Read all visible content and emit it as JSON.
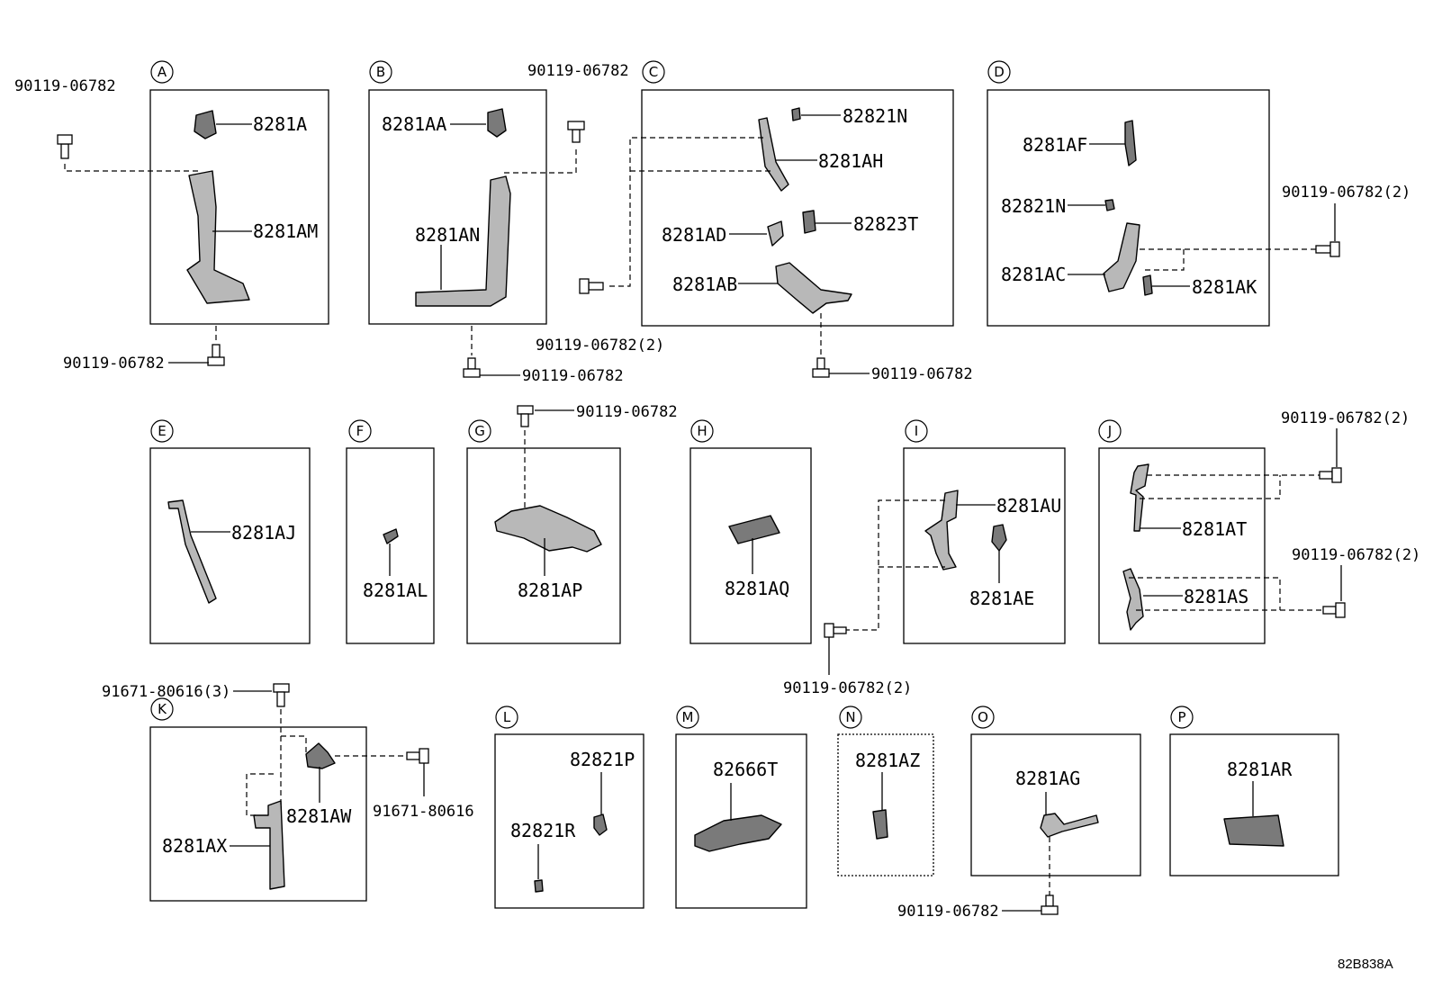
{
  "diagram_code": "82B838A",
  "bolt_code": "90119-06782",
  "bolt_code_x2": "90119-06782(2)",
  "screw_code": "91671-80616",
  "screw_code_x3": "91671-80616(3)",
  "groups": {
    "A": {
      "letter": "A",
      "parts": [
        "8281A",
        "8281AM"
      ]
    },
    "B": {
      "letter": "B",
      "parts": [
        "8281AA",
        "8281AN"
      ]
    },
    "C": {
      "letter": "C",
      "parts": [
        "82821N",
        "8281AH",
        "8281AD",
        "82823T",
        "8281AB"
      ]
    },
    "D": {
      "letter": "D",
      "parts": [
        "8281AF",
        "82821N",
        "8281AC",
        "8281AK"
      ]
    },
    "E": {
      "letter": "E",
      "parts": [
        "8281AJ"
      ]
    },
    "F": {
      "letter": "F",
      "parts": [
        "8281AL"
      ]
    },
    "G": {
      "letter": "G",
      "parts": [
        "8281AP"
      ]
    },
    "H": {
      "letter": "H",
      "parts": [
        "8281AQ"
      ]
    },
    "I": {
      "letter": "I",
      "parts": [
        "8281AU",
        "8281AE"
      ]
    },
    "J": {
      "letter": "J",
      "parts": [
        "8281AT",
        "8281AS"
      ]
    },
    "K": {
      "letter": "K",
      "parts": [
        "8281AW",
        "8281AX"
      ]
    },
    "L": {
      "letter": "L",
      "parts": [
        "82821P",
        "82821R"
      ]
    },
    "M": {
      "letter": "M",
      "parts": [
        "82666T"
      ]
    },
    "N": {
      "letter": "N",
      "parts": [
        "8281AZ"
      ]
    },
    "O": {
      "letter": "O",
      "parts": [
        "8281AG"
      ]
    },
    "P": {
      "letter": "P",
      "parts": [
        "8281AR"
      ]
    }
  }
}
